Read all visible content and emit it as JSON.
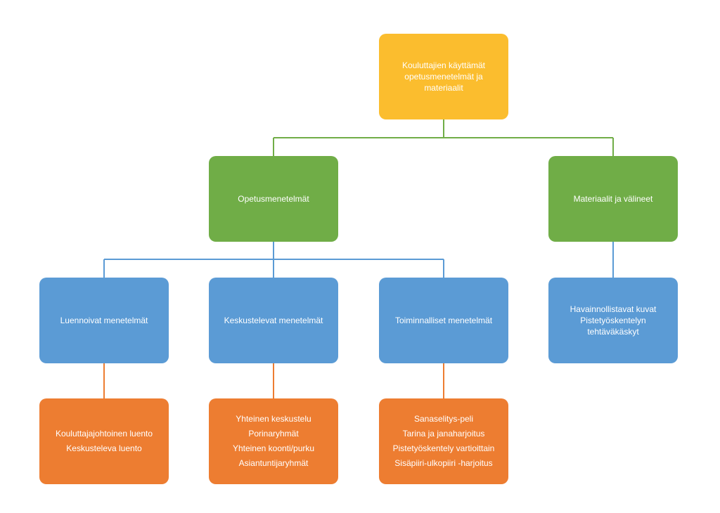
{
  "colors": {
    "root": "#FBBD2E",
    "level1": "#70AD47",
    "level2": "#5B9BD5",
    "level3": "#ED7D31",
    "connector_green": "#70AD47",
    "connector_blue": "#5B9BD5",
    "connector_orange": "#ED7D31"
  },
  "root": {
    "lines": [
      "Kouluttajien käyttämät",
      "opetusmenetelmät  ja",
      "materiaalit"
    ]
  },
  "level1": [
    {
      "lines": [
        "Opetusmenetelmät"
      ]
    },
    {
      "lines": [
        "Materiaalit ja välineet"
      ]
    }
  ],
  "level2": [
    {
      "lines": [
        "Luennoivat  menetelmät"
      ]
    },
    {
      "lines": [
        "Keskustelevat  menetelmät"
      ]
    },
    {
      "lines": [
        "Toiminnalliset  menetelmät"
      ]
    },
    {
      "lines": [
        "Havainnollistavat kuvat",
        "Pistetyöskentelyn",
        "tehtäväkäskyt"
      ]
    }
  ],
  "level3": [
    {
      "lines": [
        "Kouluttajajohtoinen  luento",
        "Keskusteleva  luento"
      ]
    },
    {
      "lines": [
        "Yhteinen  keskustelu",
        "Porinaryhmät",
        "Yhteinen  koonti/purku",
        "Asiantuntijaryhmät"
      ]
    },
    {
      "lines": [
        "Sanaselitys-peli",
        "Tarina ja janaharjoitus",
        "Pistetyöskentely  vartioittain",
        "Sisäpiiri-ulkopiiri  -harjoitus"
      ]
    }
  ]
}
